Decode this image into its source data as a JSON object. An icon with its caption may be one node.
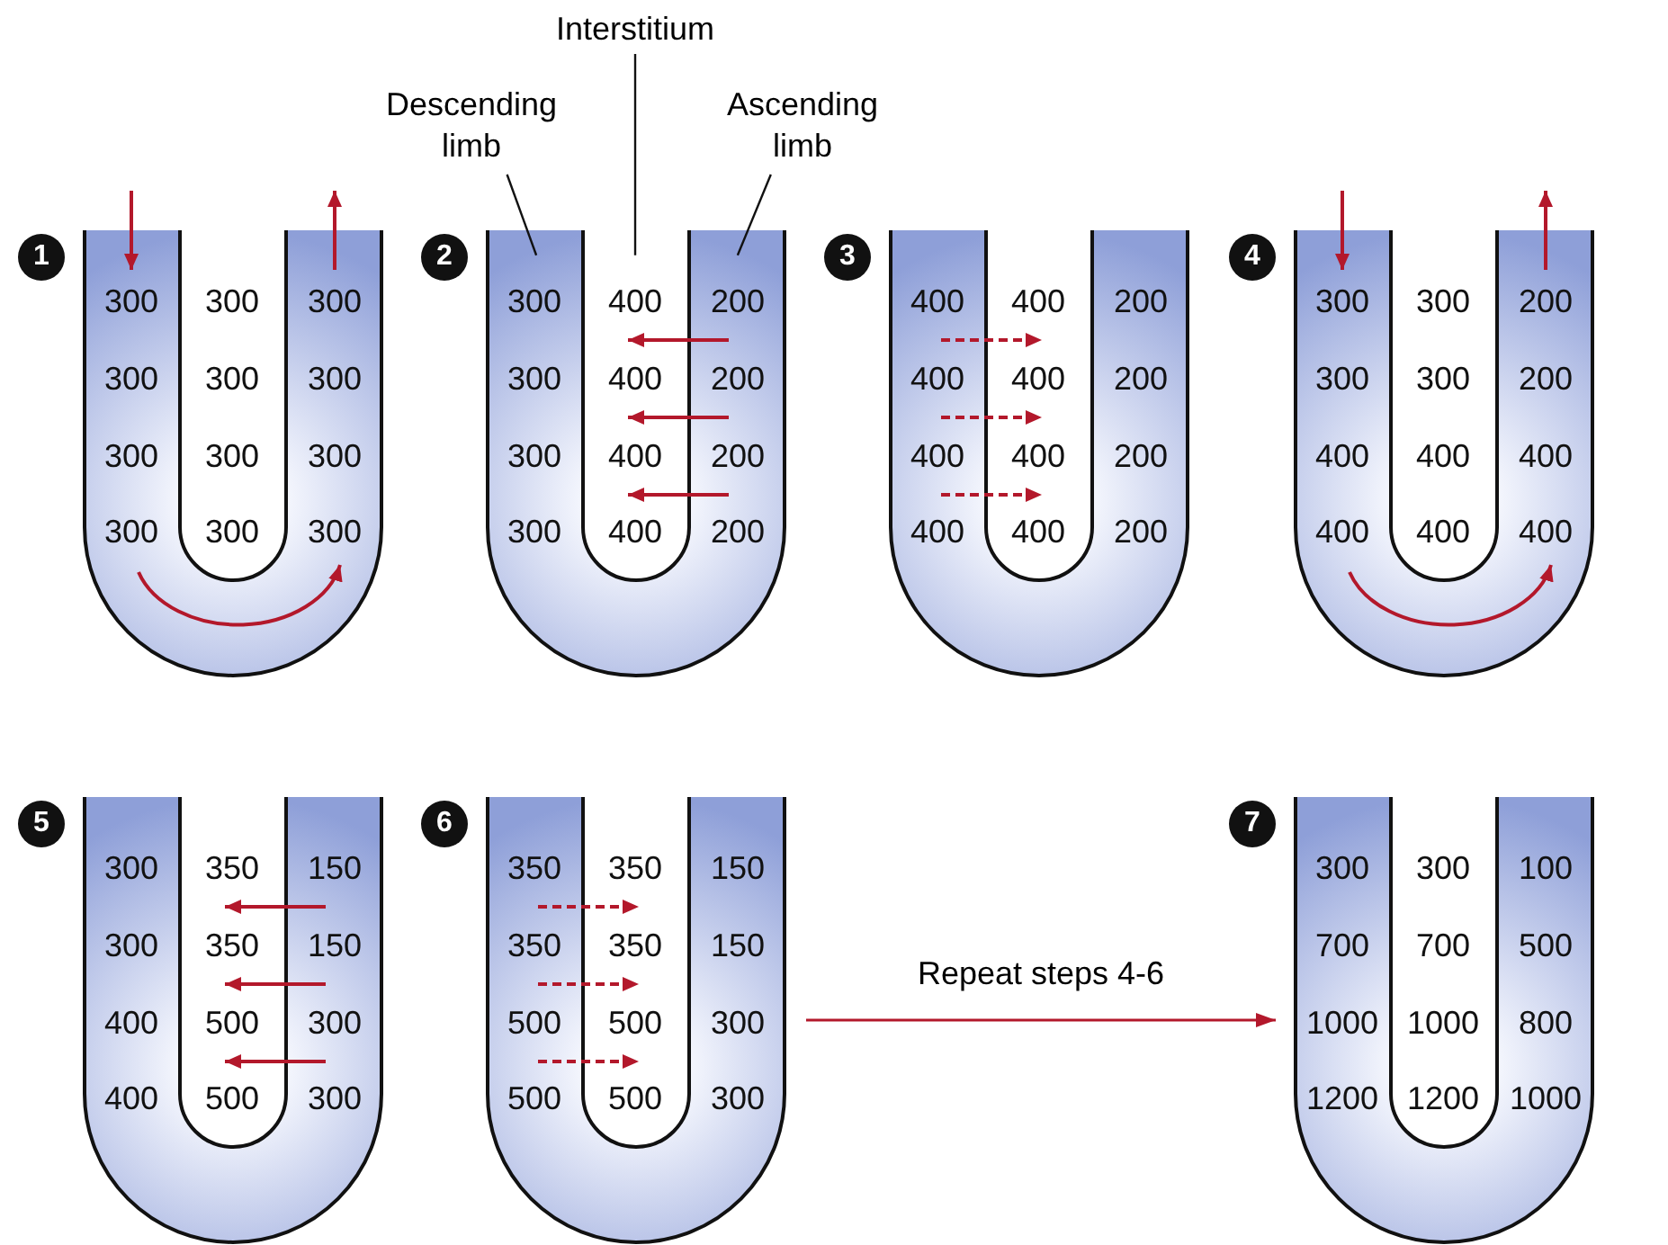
{
  "diagram": {
    "nodes": [
      {
        "text": [
          "Interstitium"
        ]
      },
      {
        "text": [
          "Descending limb"
        ]
      },
      {
        "text": [
          "Ascending limb"
        ]
      },
      {
        "text": [
          "300",
          "300",
          "300",
          "300",
          "300",
          "300",
          "300",
          "300",
          "300",
          "300",
          "300",
          "300"
        ],
        "beside": [
          "1"
        ]
      },
      {
        "text": [
          "300",
          "400",
          "200",
          "300",
          "400",
          "200",
          "300",
          "400",
          "200",
          "300",
          "400",
          "200"
        ],
        "beside": [
          "2"
        ]
      },
      {
        "text": [
          "400",
          "400",
          "200",
          "400",
          "400",
          "200",
          "400",
          "400",
          "200",
          "400",
          "400",
          "200"
        ],
        "beside": [
          "3"
        ]
      },
      {
        "text": [
          "300",
          "300",
          "200",
          "300",
          "300",
          "200",
          "400",
          "400",
          "400",
          "400",
          "400",
          "400"
        ],
        "beside": [
          "4"
        ]
      },
      {
        "text": [
          "300",
          "350",
          "150",
          "300",
          "350",
          "150",
          "400",
          "500",
          "300",
          "400",
          "500",
          "300"
        ],
        "beside": [
          "5"
        ]
      },
      {
        "text": [
          "350",
          "350",
          "150",
          "350",
          "350",
          "150",
          "500",
          "500",
          "300",
          "500",
          "500",
          "300"
        ],
        "beside": [
          "6"
        ]
      },
      {
        "text": [
          "300",
          "300",
          "100",
          "700",
          "700",
          "500",
          "1000",
          "1000",
          "800",
          "1200",
          "1200",
          "1000"
        ],
        "beside": [
          "7"
        ]
      }
    ],
    "edges": [
      {
        "from": 0,
        "to": 4,
        "arrow": "none"
      },
      {
        "from": 1,
        "to": 4,
        "arrow": "none"
      },
      {
        "from": 2,
        "to": 4,
        "arrow": "none"
      },
      {
        "from": 8,
        "to": 9,
        "arrow": "to",
        "label": "Repeat steps 4-6",
        "color": "#b3182b"
      }
    ]
  }
}
